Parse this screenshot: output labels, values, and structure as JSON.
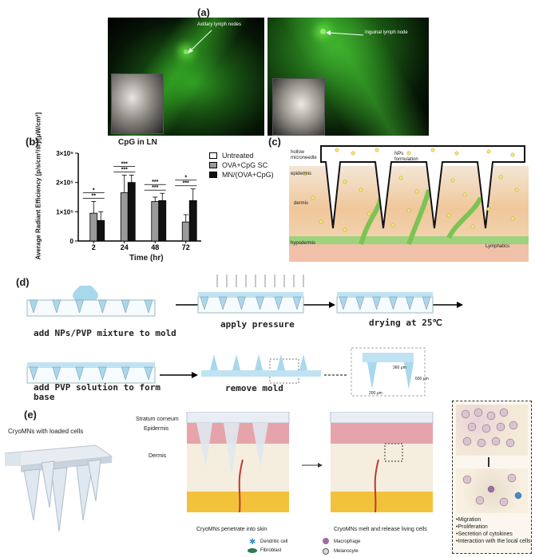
{
  "panels": {
    "a": {
      "label": "(a)",
      "left_annotation": "Axillary lymph nodes",
      "right_annotation": "Inguinal lymph node"
    },
    "b": {
      "label": "(b)"
    },
    "c": {
      "label": "(c)",
      "hollow": "hollow microneedle",
      "np": "NPs formulation",
      "epidermis": "epidermis",
      "dermis": "dermis",
      "hypodermis": "hypodermis",
      "lymphatics": "Lymphatics"
    },
    "d": {
      "label": "(d)",
      "step1": "add NPs/PVP mixture to mold",
      "step2": "apply pressure",
      "step3": "drying at 25℃",
      "step4": "add PVP solution to form base",
      "step5": "remove mold",
      "dim1": "360 μm",
      "dim2": "600 μm",
      "dim3": "200 μm"
    },
    "e": {
      "label": "(e)",
      "cryo": "CryoMNs with loaded cells",
      "stratum": "Stratum corneum",
      "epidermis": "Epidermis",
      "dermis": "Dermis",
      "penetrate": "CryoMNs penetrate into skin",
      "melt": "CryoMNs melt and release living cells",
      "bullets": [
        "Migration",
        "Proliferation",
        "Secretion of cytokines",
        "Interaction with the local cells"
      ],
      "legend": {
        "dendritic": "Dendritic cell",
        "fibroblast": "Fibroblast",
        "macrophage": "Macrophage",
        "melanocyte": "Melanocyte"
      }
    }
  },
  "chart_data": {
    "type": "bar",
    "title": "CpG in LN",
    "xlabel": "Time (hr)",
    "ylabel": "Average Radiant Efficiency [p/s/cm²/sr]/[μW/cm²]",
    "categories": [
      "2",
      "24",
      "48",
      "72"
    ],
    "yticks": [
      "0",
      "1×10⁵",
      "2×10⁵",
      "3×10⁵"
    ],
    "ylim": [
      0,
      300000
    ],
    "series": [
      {
        "name": "Untreated",
        "color": "#ffffff",
        "values": [
          0,
          0,
          0,
          0
        ],
        "errors": [
          0,
          0,
          0,
          0
        ]
      },
      {
        "name": "OVA+CpG SC",
        "color": "#9a9a9a",
        "values": [
          95000,
          165000,
          135000,
          65000
        ],
        "errors": [
          40000,
          60000,
          15000,
          25000
        ]
      },
      {
        "name": "MN/(OVA+CpG)",
        "color": "#111111",
        "values": [
          70000,
          200000,
          138000,
          138000
        ],
        "errors": [
          30000,
          25000,
          25000,
          40000
        ]
      }
    ],
    "significance": [
      {
        "cat": 0,
        "marks": [
          "*",
          "**"
        ]
      },
      {
        "cat": 1,
        "marks": [
          "***",
          "***"
        ]
      },
      {
        "cat": 2,
        "marks": [
          "***",
          "***"
        ]
      },
      {
        "cat": 3,
        "marks": [
          "*",
          "***"
        ]
      }
    ],
    "legend_position": "right"
  }
}
